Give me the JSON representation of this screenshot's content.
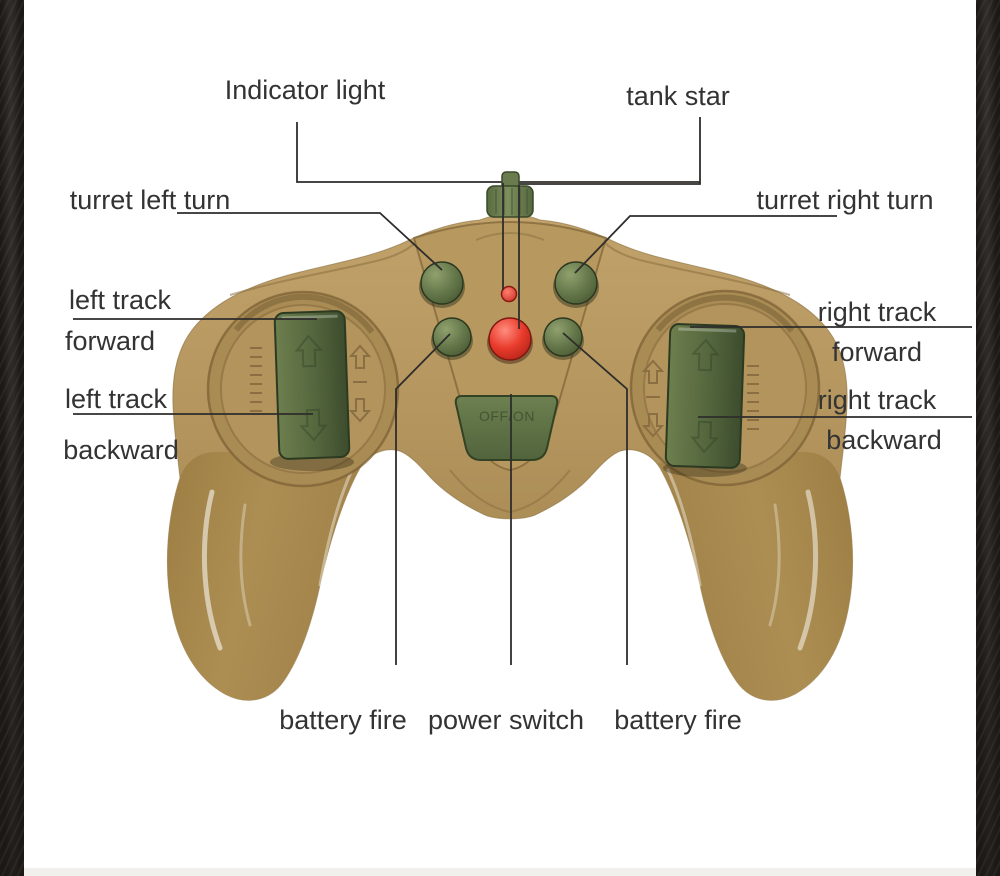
{
  "page": {
    "background": "#ffffff",
    "side_strip_color": "#1b1815",
    "bottom_band_color": "#f1f0ed",
    "label_text_color": "#333333"
  },
  "labels": {
    "indicator_light": "Indicator light",
    "tank_star": "tank star",
    "turret_left_turn": "turret left turn",
    "turret_right_turn": "turret right turn",
    "left_track_forward": {
      "line1": "left track",
      "line2": "forward"
    },
    "left_track_backward": {
      "line1": "left track",
      "line2": "backward"
    },
    "right_track_forward": {
      "line1": "right track",
      "line2": "forward"
    },
    "right_track_backward": {
      "line1": "right track",
      "line2": "backward"
    },
    "battery_fire_left": "battery fire",
    "power_switch": "power switch",
    "battery_fire_right": "battery fire"
  },
  "controller": {
    "switch_label": "OFF/ON",
    "colors": {
      "body_tan": "#b3945d",
      "body_shadow": "#8c7245",
      "grip_tan": "#a98a4f",
      "groove": "#7d6236",
      "button_green": "#6d7f50",
      "slider_green": "#5a6c41",
      "switch_green": "#5f7347",
      "antenna_green": "#6f8152",
      "fire_button_red": "#e93b2c",
      "indicator_red": "#d92f23",
      "leader_line": "#2e2d2b"
    }
  }
}
